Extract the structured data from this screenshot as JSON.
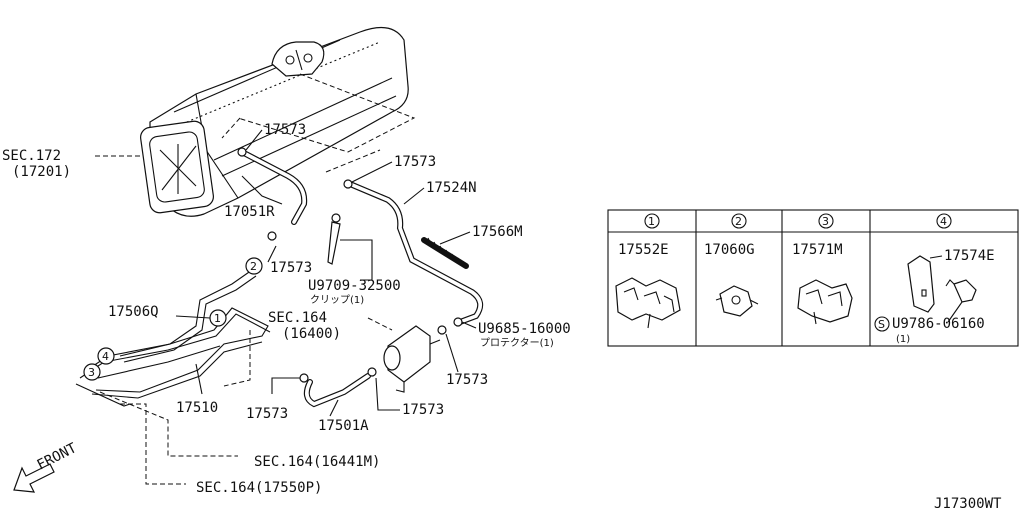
{
  "labels": {
    "sec172": "SEC.172",
    "sec172_sub": "(17201)",
    "p17573_a": "17573",
    "p17573_b": "17573",
    "p17573_c": "17573",
    "p17573_d": "17573",
    "p17573_e": "17573",
    "p17573_f": "17573",
    "p17524N": "17524N",
    "p17051R": "17051R",
    "p17566M": "17566M",
    "p17506Q": "17506Q",
    "u9709": "U9709-32500",
    "u9709_sub": "クリップ(1)",
    "sec164_a": "SEC.164",
    "sec164_a_sub": "(16400)",
    "u9685": "U9685-16000",
    "u9685_sub": "プロテクター(1)",
    "p17510": "17510",
    "p17501A": "17501A",
    "sec164_b": "SEC.164(16441M)",
    "sec164_c": "SEC.164(17550P)",
    "front": "FRONT",
    "code": "J17300WT"
  },
  "callouts": {
    "c1": "1",
    "c2": "2",
    "c3": "3",
    "c4": "4"
  },
  "parts_table": {
    "headers": [
      "1",
      "2",
      "3",
      "4"
    ],
    "col1_part": "17552E",
    "col2_part": "17060G",
    "col3_part": "17571M",
    "col4_part": "17574E",
    "col4_bolt": "U9786-06160",
    "col4_bolt_prefix": "S",
    "col4_bolt_sub": "(1)"
  }
}
